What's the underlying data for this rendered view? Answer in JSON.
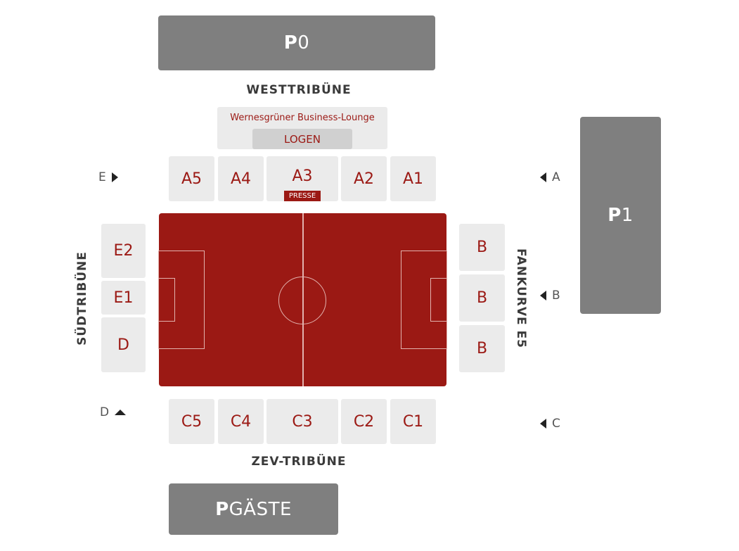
{
  "parking": {
    "p0": {
      "prefix": "P",
      "suffix": "0"
    },
    "p1": {
      "prefix": "P",
      "suffix": "1"
    },
    "pgaste": {
      "prefix": "P",
      "suffix": "GÄSTE"
    }
  },
  "stands": {
    "west": "WESTTRIBÜNE",
    "south": "SÜDTRIBÜNE",
    "fan": "FANKURVE E5",
    "zev": "ZEV-TRIBÜNE"
  },
  "lounge": {
    "title": "Wernesgrüner Business-Lounge",
    "logen": "LOGEN"
  },
  "blocks_top": [
    "A5",
    "A4",
    "A3",
    "A2",
    "A1"
  ],
  "presse": "PRESSE",
  "blocks_left": [
    "E2",
    "E1",
    "D"
  ],
  "blocks_right": [
    "B",
    "B",
    "B"
  ],
  "blocks_bottom": [
    "C5",
    "C4",
    "C3",
    "C2",
    "C1"
  ],
  "entries": {
    "e": "E",
    "a": "A",
    "b": "B",
    "c": "C",
    "d": "D"
  },
  "colors": {
    "pitch": "#9b1914",
    "block_bg": "#ebebeb",
    "parking": "#7f7f7f"
  }
}
